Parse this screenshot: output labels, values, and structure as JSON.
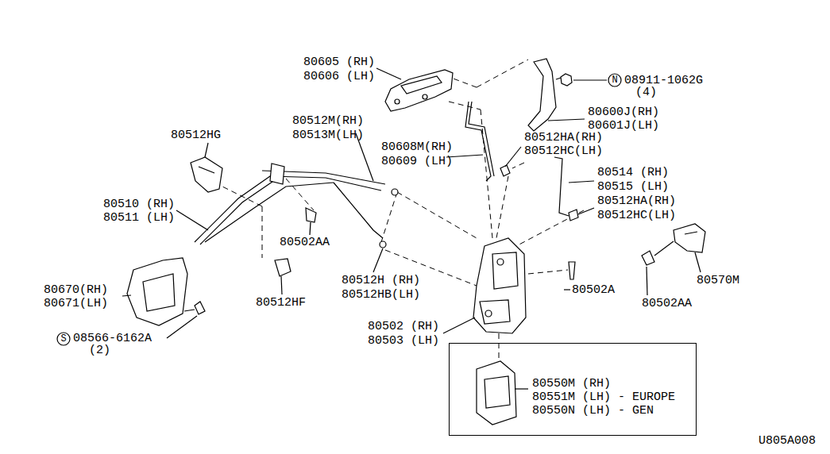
{
  "diagram": {
    "nodes": [
      {
        "text": [
          "80550M (RH)",
          "80551M (LH) - EUROPE",
          "80550N (LH) - GEN"
        ]
      }
    ],
    "labels": [
      "80605 (RH)",
      "80606 (LH)",
      "N",
      "08911-1062G",
      "(4)",
      "80600J(RH)",
      "80601J(LH)",
      "80512M(RH)",
      "80513M(LH)",
      "80512HG",
      "80608M(RH)",
      "80609 (LH)",
      "80512HA(RH)",
      "80512HC(LH)",
      "80514 (RH)",
      "80515 (LH)",
      "80512HA(RH)",
      "80512HC(LH)",
      "80510 (RH)",
      "80511 (LH)",
      "80502AA",
      "80570M",
      "80512H (RH)",
      "80512HB(LH)",
      "80502A",
      "80670(RH)",
      "80671(LH)",
      "80512HF",
      "80502AA",
      "S",
      "08566-6162A",
      "(2)",
      "80502 (RH)",
      "80503 (LH)",
      "U805A008"
    ]
  }
}
